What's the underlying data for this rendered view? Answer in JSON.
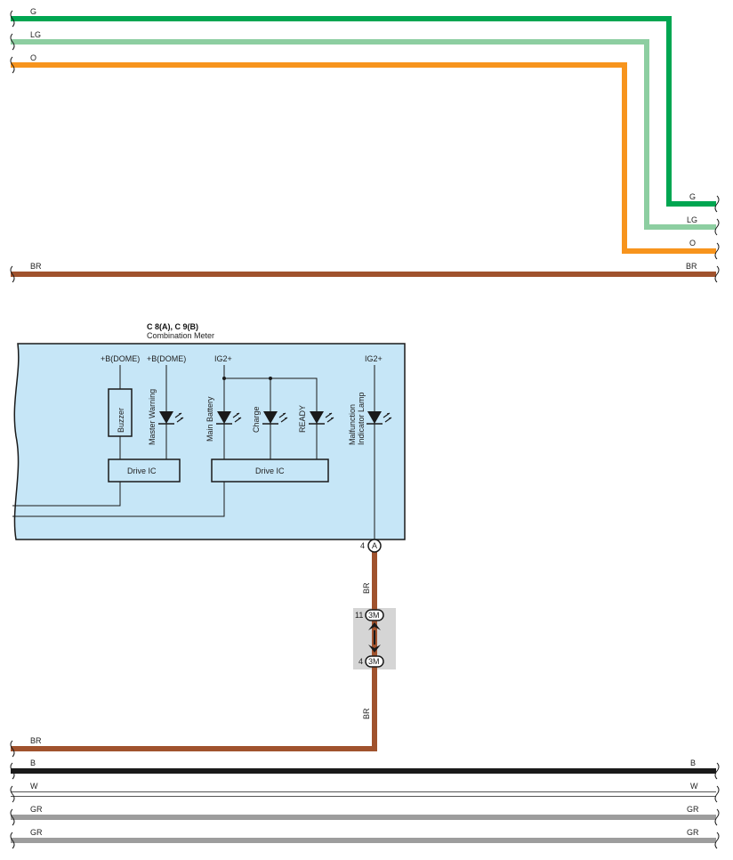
{
  "wires_top": {
    "g": "G",
    "lg": "LG",
    "o": "O",
    "br": "BR"
  },
  "meter": {
    "connector_title": "C 8(A), C 9(B)",
    "name": "Combination Meter",
    "buzzer_supply": "+B(DOME)",
    "warning_supply": "+B(DOME)",
    "ig2_left": "IG2+",
    "ig2_right": "IG2+",
    "buzzer": "Buzzer",
    "master_warning": "Master Warning",
    "main_battery": "Main Battery",
    "charge": "Charge",
    "ready": "READY",
    "malfunction_1": "Malfunction",
    "malfunction_2": "Indicator Lamp",
    "drive_ic_1": "Drive IC",
    "drive_ic_2": "Drive IC"
  },
  "pins": {
    "meter_pin": "4",
    "meter_conn": "A",
    "junction_top_pin": "11",
    "junction_top_conn": "3M",
    "junction_bot_pin": "4",
    "junction_bot_conn": "3M",
    "wire_up": "BR",
    "wire_down": "BR"
  },
  "wires_bottom": {
    "br": "BR",
    "b": "B",
    "w": "W",
    "gr1": "GR",
    "gr2": "GR"
  },
  "colors": {
    "green": "#00a651",
    "light_green": "#8dcea1",
    "orange": "#f7941d",
    "brown": "#a0522d",
    "black": "#1a1a1a",
    "white": "#ffffff",
    "gray": "#9d9d9d",
    "meter_fill": "#c6e6f7"
  }
}
